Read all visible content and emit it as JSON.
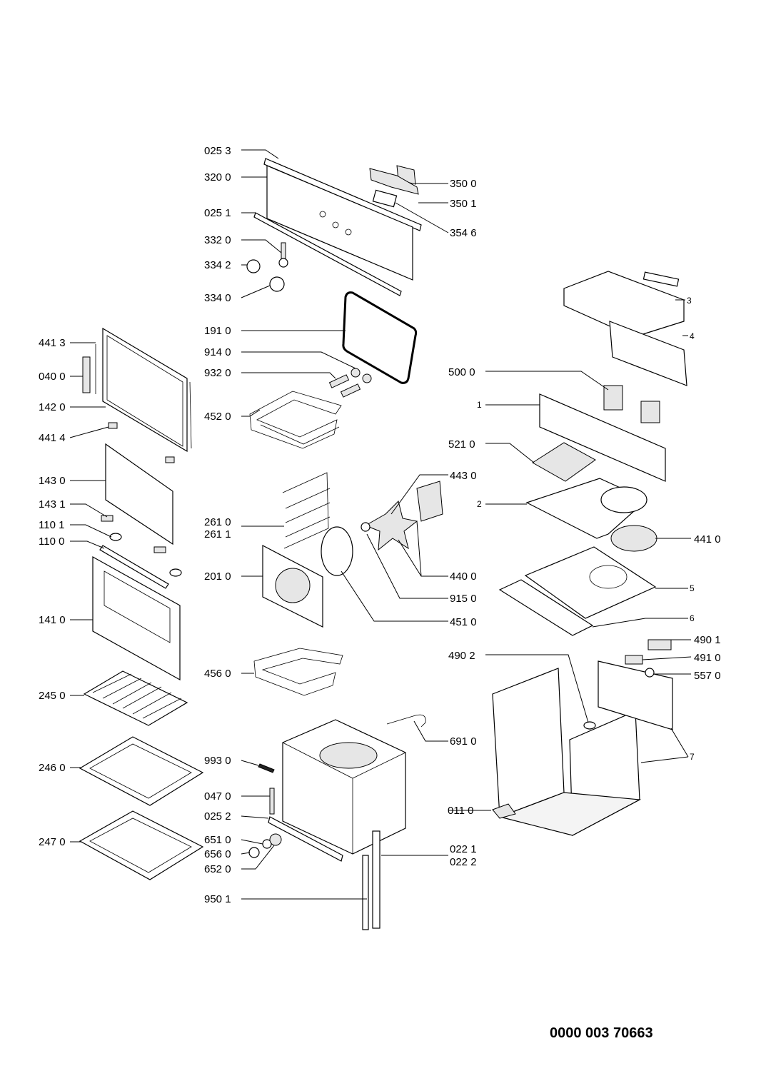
{
  "document_number": "0000 003 70663",
  "labels": {
    "p025_3": "025 3",
    "p320_0": "320 0",
    "p025_1": "025 1",
    "p332_0": "332 0",
    "p334_2": "334 2",
    "p334_0": "334 0",
    "p191_0": "191 0",
    "p914_0": "914 0",
    "p932_0": "932 0",
    "p452_0": "452 0",
    "p261_0": "261 0",
    "p261_1": "261 1",
    "p201_0": "201 0",
    "p456_0": "456 0",
    "p993_0": "993 0",
    "p047_0": "047 0",
    "p025_2": "025 2",
    "p651_0": "651 0",
    "p656_0": "656 0",
    "p652_0": "652 0",
    "p950_1": "950 1",
    "p441_3": "441 3",
    "p040_0": "040 0",
    "p142_0": "142 0",
    "p441_4": "441 4",
    "p143_0": "143 0",
    "p143_1": "143 1",
    "p110_1": "110 1",
    "p110_0": "110 0",
    "p141_0": "141 0",
    "p245_0": "245 0",
    "p246_0": "246 0",
    "p247_0": "247 0",
    "p350_0": "350 0",
    "p350_1": "350 1",
    "p354_6": "354 6",
    "p443_0": "443 0",
    "p440_0": "440 0",
    "p915_0": "915 0",
    "p451_0": "451 0",
    "p691_0": "691 0",
    "p022_1": "022 1",
    "p022_2": "022 2",
    "p011_0": "011 0",
    "p500_0": "500 0",
    "p521_0": "521 0",
    "p441_0": "441 0",
    "p490_2": "490 2",
    "p490_1": "490 1",
    "p491_0": "491 0",
    "p557_0": "557 0",
    "n3": "3",
    "n4": "4",
    "n1": "1",
    "n2": "2",
    "n5": "5",
    "n6": "6",
    "n7": "7"
  }
}
